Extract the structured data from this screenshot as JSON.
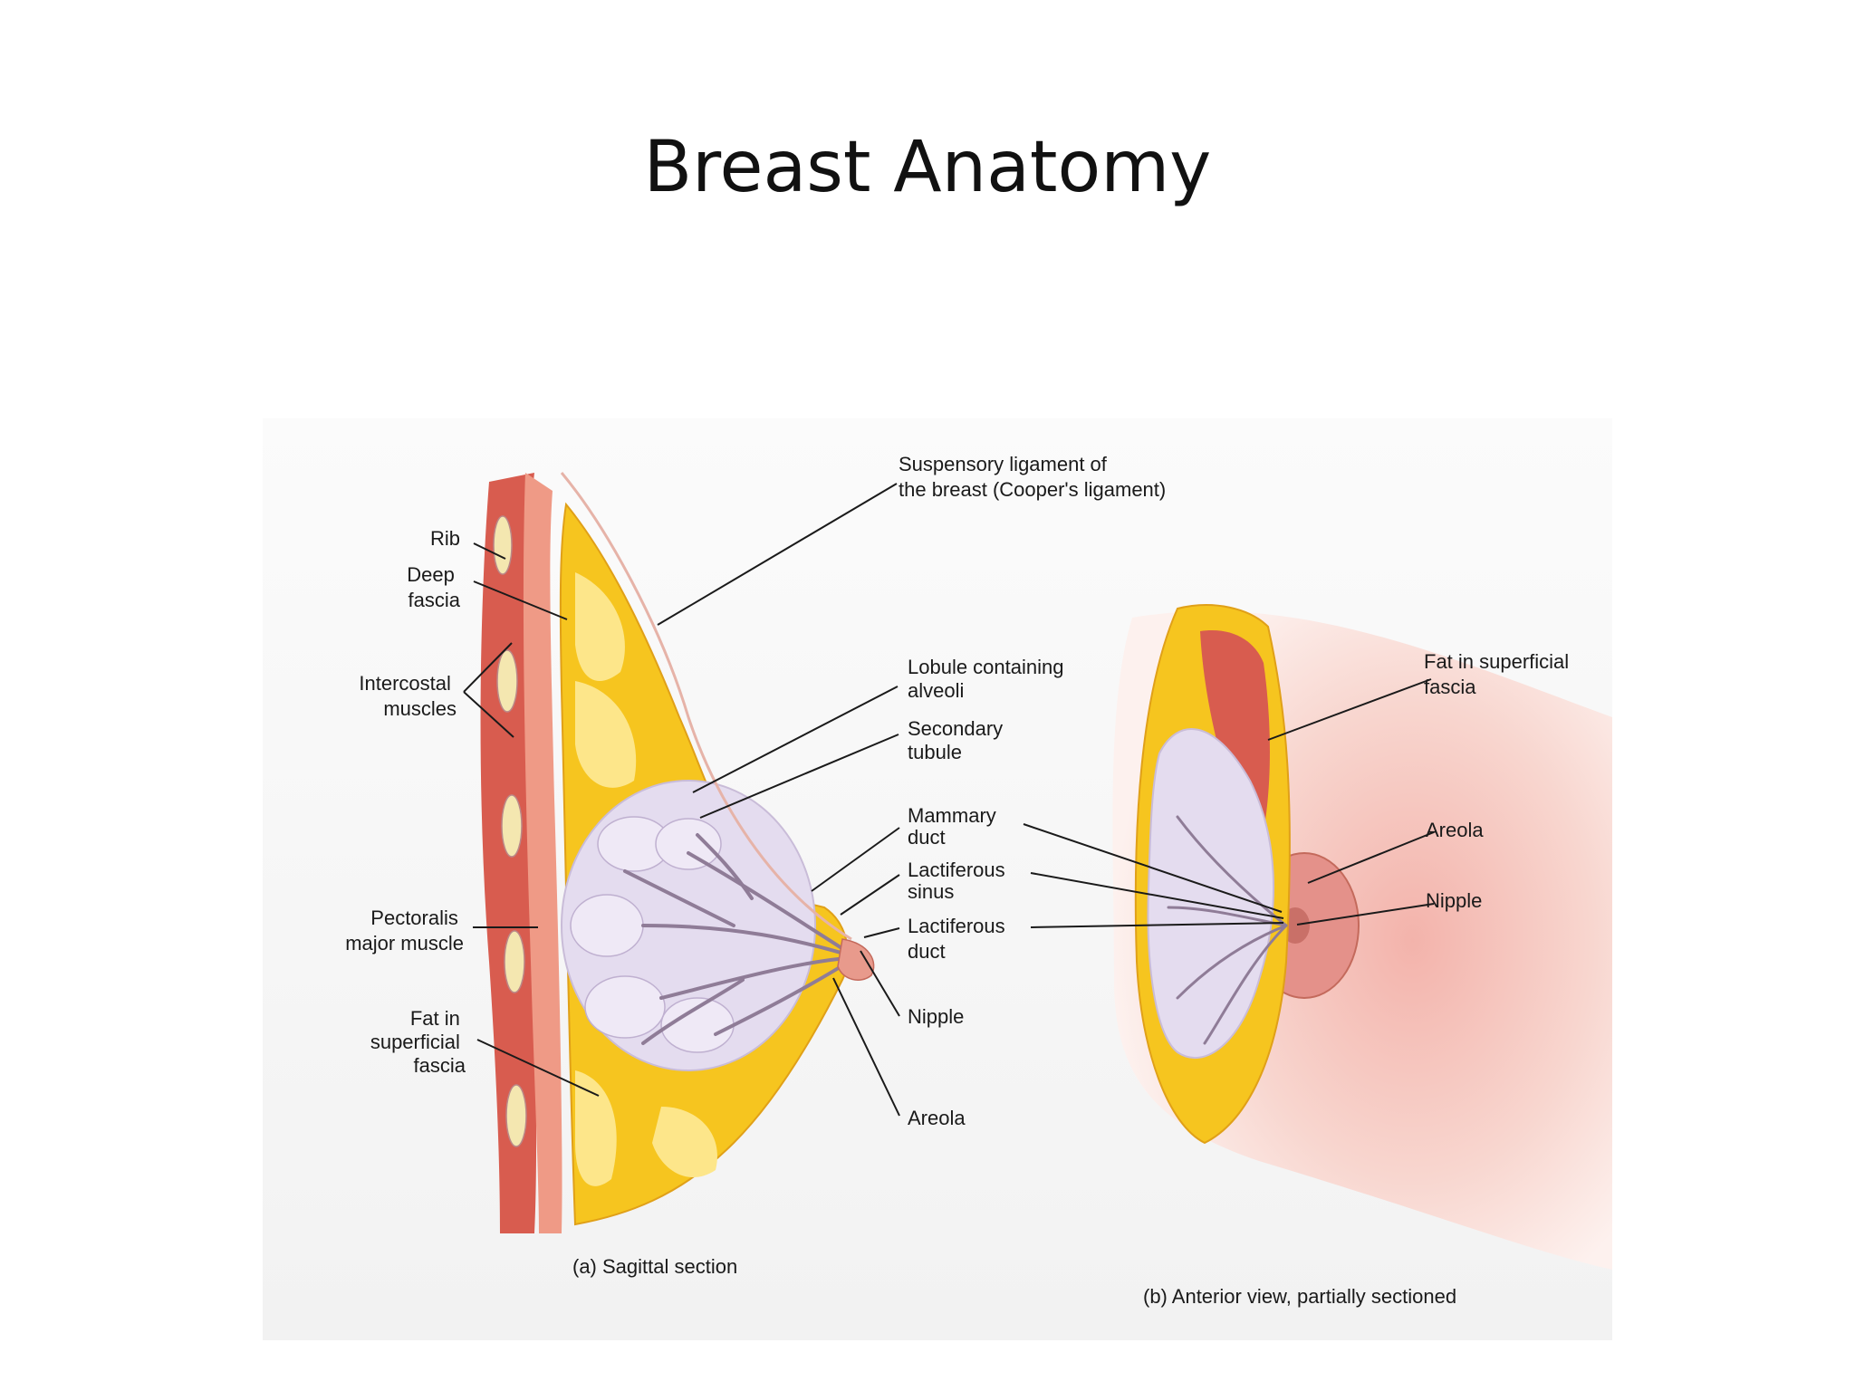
{
  "slide": {
    "title": "Breast Anatomy"
  },
  "figure": {
    "labels": {
      "suspensory": [
        "Suspensory ligament of",
        "the breast (Cooper's ligament)"
      ],
      "rib": [
        "Rib"
      ],
      "deep_fascia": [
        "Deep",
        "fascia"
      ],
      "intercostal": [
        "Intercostal",
        "muscles"
      ],
      "pectoralis": [
        "Pectoralis",
        "major muscle"
      ],
      "fat_left": [
        "Fat in",
        "superficial",
        "fascia"
      ],
      "lobule": [
        "Lobule containing",
        "alveoli"
      ],
      "secondary_tubule": [
        "Secondary",
        "tubule"
      ],
      "mammary_duct": [
        "Mammary",
        "duct"
      ],
      "lactiferous_sinus": [
        "Lactiferous",
        "sinus"
      ],
      "lactiferous_duct": [
        "Lactiferous",
        "duct"
      ],
      "nipple_a": [
        "Nipple"
      ],
      "areola_a": [
        "Areola"
      ],
      "fat_right": [
        "Fat in superficial",
        "fascia"
      ],
      "areola_b": [
        "Areola"
      ],
      "nipple_b": [
        "Nipple"
      ]
    },
    "captions": {
      "a": "(a) Sagittal section",
      "b": "(b) Anterior view, partially sectioned"
    },
    "colors": {
      "fat": "#f6c51f",
      "fat_light": "#fde68a",
      "muscle": "#d85c4f",
      "muscle_light": "#ef9a86",
      "skin": "#f4c4bc",
      "lobule": "#e4dcef",
      "duct": "#8f7c97"
    }
  }
}
